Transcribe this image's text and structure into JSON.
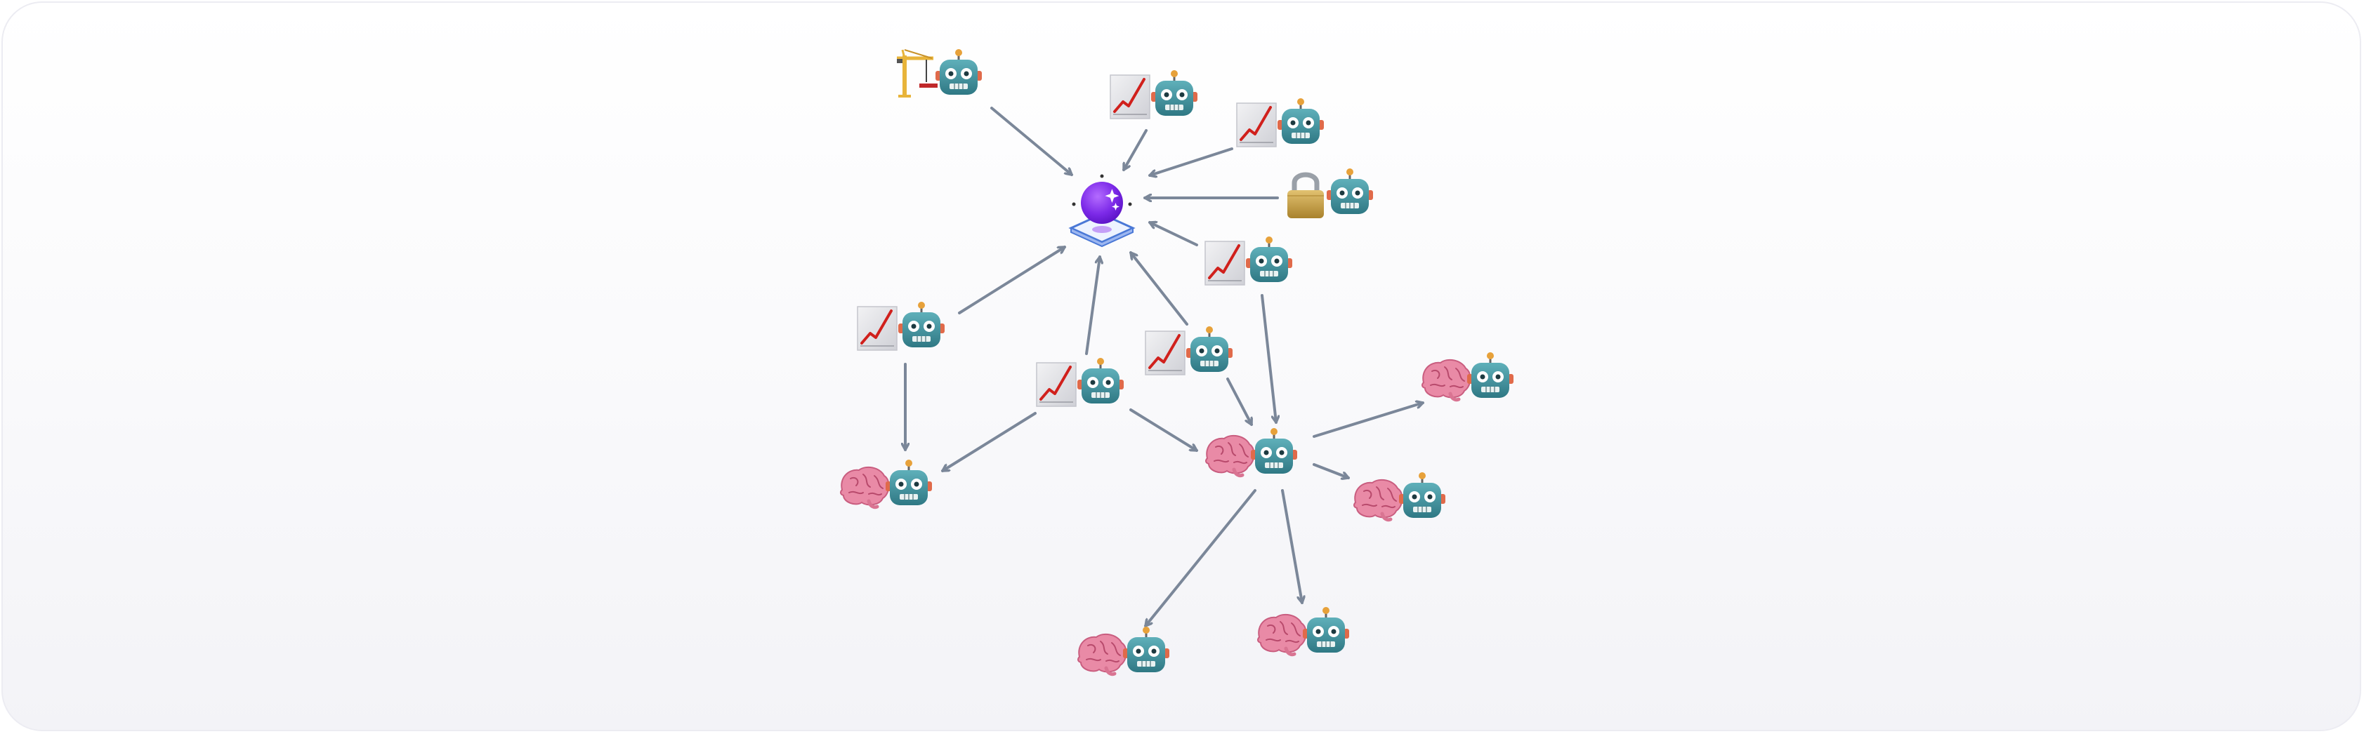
{
  "diagram": {
    "hub": {
      "id": "hub",
      "icon": "glowing-orb-on-platform-icon"
    },
    "nodes": [
      {
        "id": "crane-agent",
        "icons": [
          "construction-crane-icon",
          "robot-icon"
        ]
      },
      {
        "id": "chart-agent-1",
        "icons": [
          "chart-increasing-icon",
          "robot-icon"
        ]
      },
      {
        "id": "chart-agent-2",
        "icons": [
          "chart-increasing-icon",
          "robot-icon"
        ]
      },
      {
        "id": "lock-agent",
        "icons": [
          "padlock-icon",
          "robot-icon"
        ]
      },
      {
        "id": "chart-agent-3",
        "icons": [
          "chart-increasing-icon",
          "robot-icon"
        ]
      },
      {
        "id": "chart-agent-4",
        "icons": [
          "chart-increasing-icon",
          "robot-icon"
        ]
      },
      {
        "id": "chart-agent-5",
        "icons": [
          "chart-increasing-icon",
          "robot-icon"
        ]
      },
      {
        "id": "chart-agent-6",
        "icons": [
          "chart-increasing-icon",
          "robot-icon"
        ]
      },
      {
        "id": "brain-agent-1",
        "icons": [
          "brain-icon",
          "robot-icon"
        ]
      },
      {
        "id": "brain-agent-2",
        "icons": [
          "brain-icon",
          "robot-icon"
        ]
      },
      {
        "id": "brain-agent-3",
        "icons": [
          "brain-icon",
          "robot-icon"
        ]
      },
      {
        "id": "brain-agent-4",
        "icons": [
          "brain-icon",
          "robot-icon"
        ]
      },
      {
        "id": "brain-agent-5",
        "icons": [
          "brain-icon",
          "robot-icon"
        ]
      },
      {
        "id": "brain-agent-6",
        "icons": [
          "brain-icon",
          "robot-icon"
        ]
      }
    ],
    "edges": [
      {
        "from": "crane-agent",
        "to": "hub"
      },
      {
        "from": "chart-agent-1",
        "to": "hub"
      },
      {
        "from": "chart-agent-2",
        "to": "hub"
      },
      {
        "from": "lock-agent",
        "to": "hub"
      },
      {
        "from": "chart-agent-3",
        "to": "hub"
      },
      {
        "from": "chart-agent-4",
        "to": "hub"
      },
      {
        "from": "chart-agent-5",
        "to": "hub"
      },
      {
        "from": "chart-agent-6",
        "to": "hub"
      },
      {
        "from": "chart-agent-4",
        "to": "brain-agent-1"
      },
      {
        "from": "chart-agent-5",
        "to": "brain-agent-1"
      },
      {
        "from": "chart-agent-5",
        "to": "brain-agent-2"
      },
      {
        "from": "chart-agent-3",
        "to": "brain-agent-2"
      },
      {
        "from": "chart-agent-6",
        "to": "brain-agent-2"
      },
      {
        "from": "brain-agent-2",
        "to": "brain-agent-3"
      },
      {
        "from": "brain-agent-2",
        "to": "brain-agent-4"
      },
      {
        "from": "brain-agent-2",
        "to": "brain-agent-5"
      },
      {
        "from": "brain-agent-2",
        "to": "brain-agent-6"
      }
    ],
    "colors": {
      "edge": "#7b8799",
      "robot": "#3f8f9a",
      "brain": "#e98aa6",
      "orb": "#7c2ae8",
      "chart_line": "#d0201c",
      "padlock": "#c9a348",
      "crane": "#e8b43a"
    }
  }
}
